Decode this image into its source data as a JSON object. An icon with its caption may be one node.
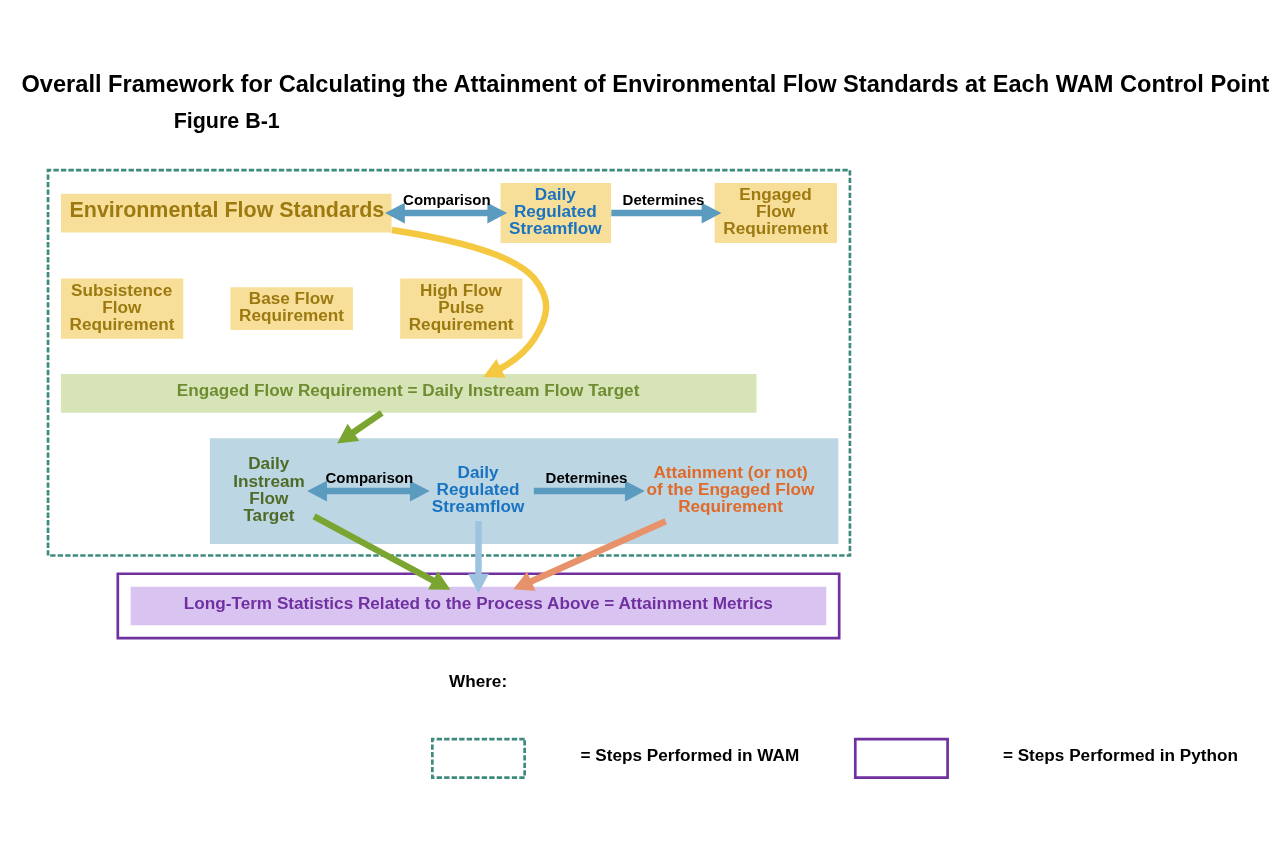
{
  "diagram": {
    "title": "Overall Framework for Calculating the Attainment of Environmental Flow Standards at Each WAM Control Point",
    "nodes": [
      {
        "text": [],
        "shape": "box"
      },
      {
        "text": [
          "Environmental Flow Standards"
        ],
        "in": 0
      },
      {
        "text": [
          "Subsistence Flow Requirement"
        ],
        "in": 0
      },
      {
        "text": [
          "Base Flow Requirement"
        ],
        "in": 0
      },
      {
        "text": [
          "High Flow Pulse Requirement"
        ],
        "in": 0
      },
      {
        "text": [
          "Daily Regulated Streamflow"
        ],
        "in": 0
      },
      {
        "text": [
          "Engaged Flow Requirement"
        ],
        "in": 0
      },
      {
        "text": [
          "Engaged Flow Requirement = Daily Instream Flow Target"
        ],
        "in": 0
      },
      {
        "text": [],
        "shape": "box",
        "in": 0
      },
      {
        "text": [
          "Daily Instream Flow Target"
        ],
        "in": 8
      },
      {
        "text": [
          "Daily Regulated Streamflow"
        ],
        "in": 8
      },
      {
        "text": [
          "Attainment (or not) of the Engaged Flow Requirement"
        ],
        "in": 8
      },
      {
        "text": [],
        "shape": "box"
      },
      {
        "text": [
          "Long-Term Statistics Related to the Process Above = Attainment Metrics"
        ],
        "in": 12
      },
      {
        "text": [],
        "shape": "box"
      },
      {
        "text": [],
        "shape": "box"
      }
    ],
    "edges": [
      {
        "from": 1,
        "to": 5,
        "arrow": "both",
        "label": "Comparison",
        "color": "#5b9bbf"
      },
      {
        "from": 5,
        "to": 6,
        "arrow": "to",
        "label": "Determines",
        "color": "#5b9bbf"
      },
      {
        "from": 1,
        "to": 7,
        "arrow": "to",
        "color": "#f5c842"
      },
      {
        "from": 7,
        "to": 8,
        "arrow": "to",
        "color": "#7aa530"
      },
      {
        "from": 9,
        "to": 10,
        "arrow": "both",
        "label": "Comparison",
        "color": "#5b9bbf"
      },
      {
        "from": 10,
        "to": 11,
        "arrow": "to",
        "label": "Determines",
        "color": "#5b9bbf"
      },
      {
        "from": 9,
        "to": 13,
        "arrow": "to",
        "color": "#7aa530"
      },
      {
        "from": 10,
        "to": 13,
        "arrow": "to",
        "color": "#9dc3e0"
      },
      {
        "from": 11,
        "to": 13,
        "arrow": "to",
        "color": "#e8926c"
      }
    ],
    "labels": [
      "Figure B-1",
      "Where:"
    ],
    "legend": [
      {
        "text": "= Steps Performed in WAM"
      },
      {
        "text": "= Steps Performed in Python"
      }
    ]
  }
}
